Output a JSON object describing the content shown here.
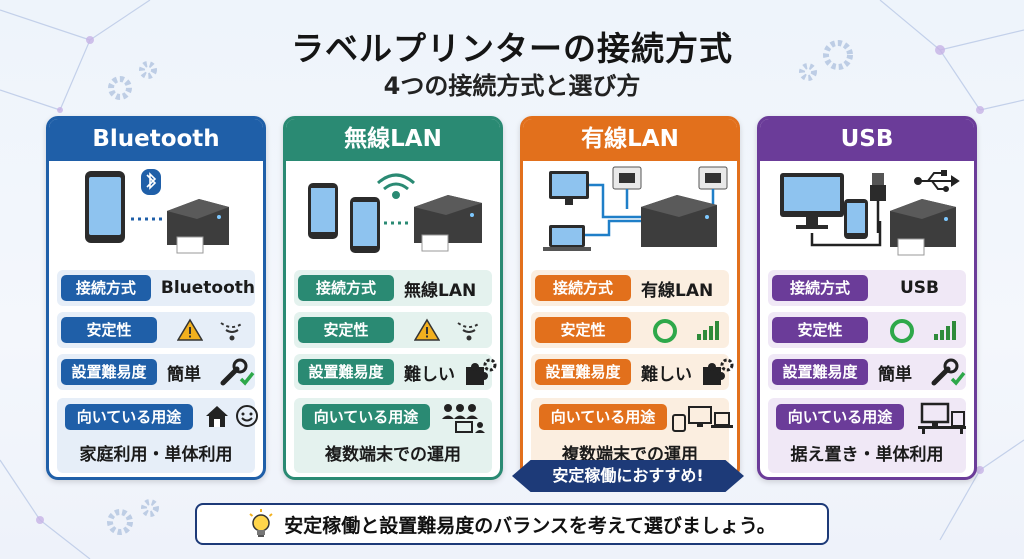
{
  "title": "ラベルプリンターの接続方式",
  "subtitle": "4つの接続方式と選び方",
  "row_labels": {
    "method": "接続方式",
    "stability": "安定性",
    "difficulty": "設置難易度",
    "usage": "向いている用途"
  },
  "cards": [
    {
      "name": "Bluetooth",
      "color": "#1f5fa8",
      "light": "#e6eef8",
      "method": "Bluetooth",
      "stability_icon": "warning-icon",
      "stability_signal_icon": "weak-signal-icon",
      "difficulty": "簡単",
      "difficulty_icon": "wrench-check-icon",
      "usage_icons": [
        "house-icon",
        "smile-icon"
      ],
      "usage": "家庭利用・単体利用"
    },
    {
      "name": "無線LAN",
      "color": "#2a8a73",
      "light": "#e4f2ee",
      "method": "無線LAN",
      "stability_icon": "warning-icon",
      "stability_signal_icon": "weak-signal-icon",
      "difficulty": "難しい",
      "difficulty_icon": "puzzle-gear-icon",
      "usage_icons": [
        "people-devices-icon"
      ],
      "usage": "複数端末での運用"
    },
    {
      "name": "有線LAN",
      "color": "#e2701c",
      "light": "#fbeee0",
      "method": "有線LAN",
      "stability_icon": "circle-ok-icon",
      "stability_signal_icon": "strong-signal-icon",
      "difficulty": "難しい",
      "difficulty_icon": "puzzle-gear-icon",
      "usage_icons": [
        "multiple-devices-icon"
      ],
      "usage": "複数端末での運用"
    },
    {
      "name": "USB",
      "color": "#6b3c99",
      "light": "#f0e8f6",
      "method": "USB",
      "stability_icon": "circle-ok-icon",
      "stability_signal_icon": "strong-signal-icon",
      "difficulty": "簡単",
      "difficulty_icon": "wrench-check-icon",
      "usage_icons": [
        "desk-pc-icon"
      ],
      "usage": "据え置き・単体利用"
    }
  ],
  "badge": "安定稼働におすすめ!",
  "footer": "安定稼働と設置難易度のバランスを考えて選びましょう。",
  "footer_icon": "lightbulb-icon"
}
